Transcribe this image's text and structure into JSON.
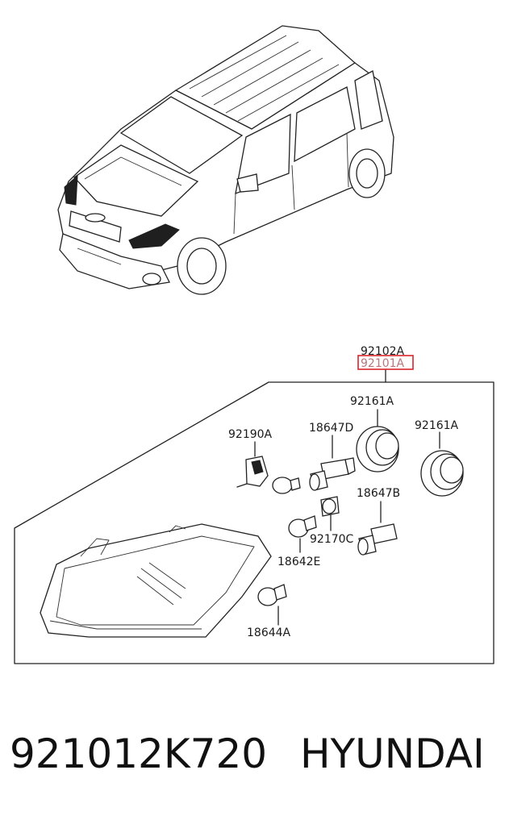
{
  "diagram": {
    "callouts": {
      "assembly_alt": "92102A",
      "assembly_highlighted": "92101A",
      "socket_right_top": "92161A",
      "socket_right": "92161A",
      "actuator": "92190A",
      "bulb_h7_top": "18647D",
      "bulb_h7_bottom": "18647B",
      "bulb_socket": "92170C",
      "bulb_small_mid": "18642E",
      "bulb_small_bottom": "18644A"
    },
    "highlight_color": "#d9252b"
  },
  "footer": {
    "part_number": "921012K720",
    "brand": "HYUNDAI"
  }
}
